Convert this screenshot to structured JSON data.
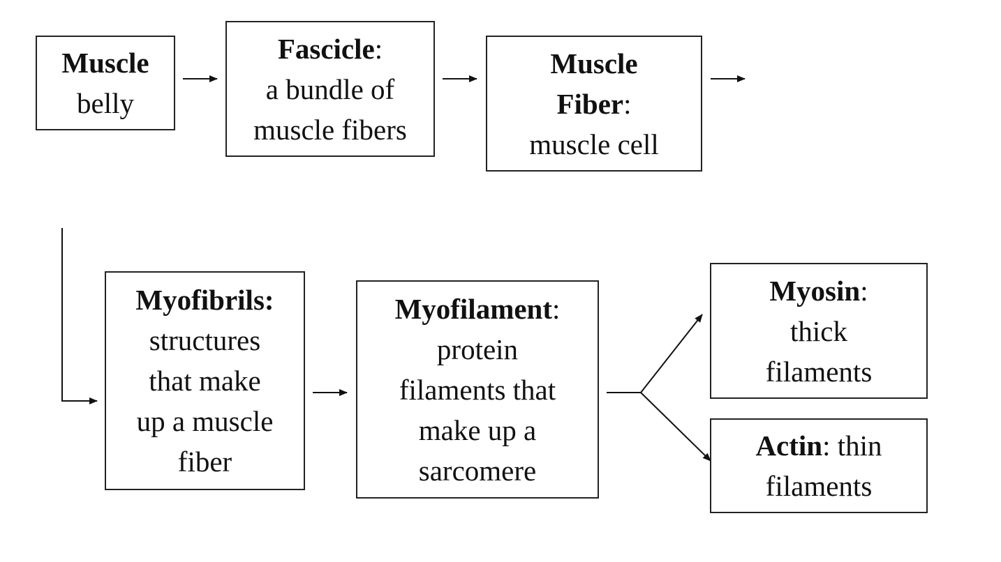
{
  "boxes": {
    "muscle_belly": {
      "term": "Muscle",
      "rest": "belly"
    },
    "fascicle": {
      "term": "Fascicle",
      "sep": ":",
      "line2": "a bundle of",
      "line3": "muscle fibers"
    },
    "muscle_fiber": {
      "term1": "Muscle",
      "term2": "Fiber",
      "sep": ":",
      "line3": "muscle cell"
    },
    "myofibrils": {
      "term": "Myofibrils:",
      "line2": "structures",
      "line3": "that make",
      "line4": "up a muscle",
      "line5": "fiber"
    },
    "myofilament": {
      "term": "Myofilament",
      "sep": ":",
      "line2": "protein",
      "line3": "filaments that",
      "line4": "make up a",
      "line5": "sarcomere"
    },
    "myosin": {
      "term": "Myosin",
      "sep": ":",
      "line2": "thick",
      "line3": "filaments"
    },
    "actin": {
      "term": "Actin",
      "rest": ": thin",
      "line2": "filaments"
    }
  }
}
